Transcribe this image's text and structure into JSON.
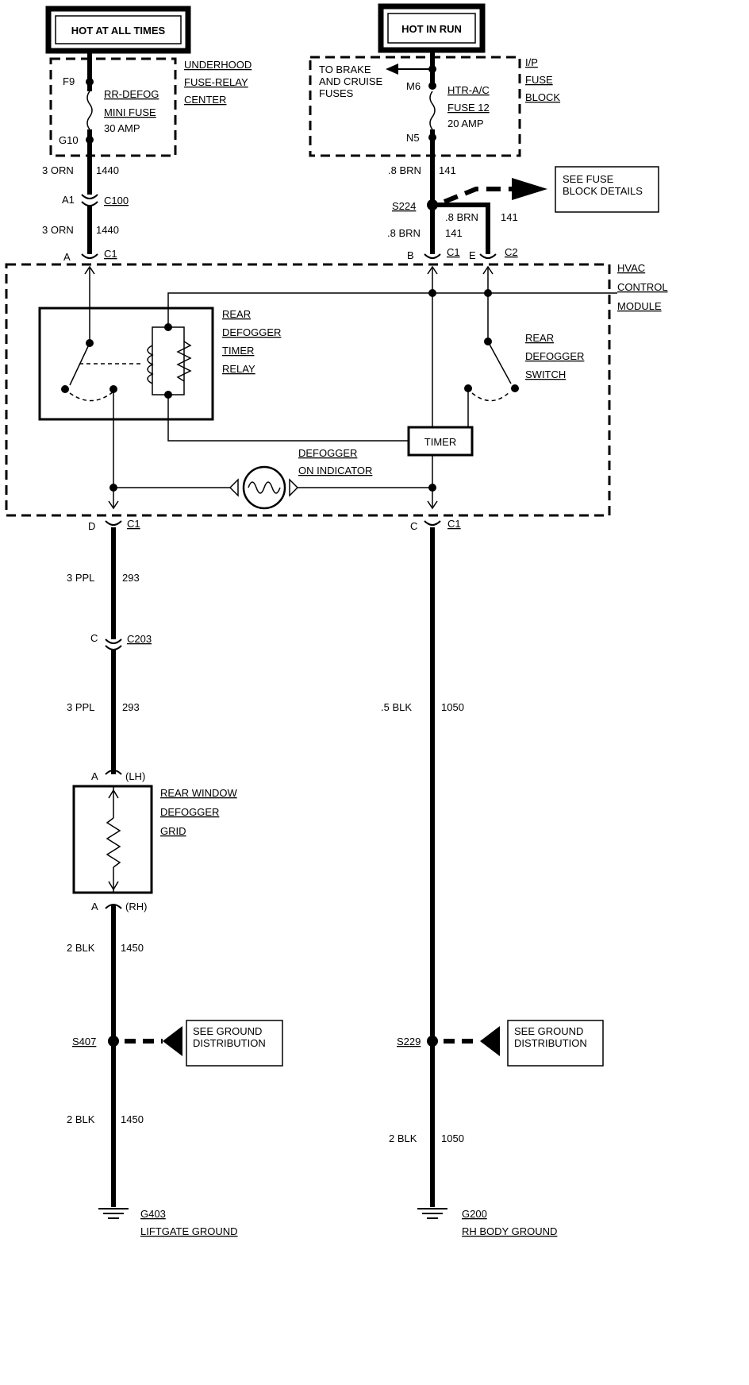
{
  "power": {
    "hot_at_all_times": "HOT AT ALL TIMES",
    "hot_in_run": "HOT IN RUN"
  },
  "underhood_fuse": {
    "block_label": [
      "UNDERHOOD",
      "FUSE-RELAY",
      "CENTER"
    ],
    "pin_in": "F9",
    "pin_out": "G10",
    "fuse_label": [
      "RR-DEFOG",
      "MINI FUSE",
      "30 AMP"
    ]
  },
  "ip_fuse": {
    "block_label": [
      "I/P",
      "FUSE",
      "BLOCK"
    ],
    "branch_text": [
      "TO BRAKE",
      "AND CRUISE",
      "FUSES"
    ],
    "pin_in": "M6",
    "pin_out": "N5",
    "fuse_label": [
      "HTR-A/C",
      "FUSE 12",
      "20 AMP"
    ]
  },
  "see_fuse_block": [
    "SEE FUSE",
    "BLOCK DETAILS"
  ],
  "wires": {
    "w1440_a": {
      "size": "3 ORN",
      "circuit": "1440"
    },
    "w1440_b": {
      "size": "3 ORN",
      "circuit": "1440"
    },
    "w141_a": {
      "size": ".8 BRN",
      "circuit": "141"
    },
    "w141_b": {
      "size": ".8 BRN",
      "circuit": "141"
    },
    "w141_c": {
      "size": ".8 BRN",
      "circuit": "141"
    },
    "w293_a": {
      "size": "3 PPL",
      "circuit": "293"
    },
    "w293_b": {
      "size": "3 PPL",
      "circuit": "293"
    },
    "w1050_a": {
      "size": ".5 BLK",
      "circuit": "1050"
    },
    "w1050_b": {
      "size": "2 BLK",
      "circuit": "1050"
    },
    "w1450_a": {
      "size": "2 BLK",
      "circuit": "1450"
    },
    "w1450_b": {
      "size": "2 BLK",
      "circuit": "1450"
    }
  },
  "connectors": {
    "c100_pin": "A1",
    "c100": "C100",
    "c1_a_pin": "A",
    "c1_a": "C1",
    "c1_b_pin": "B",
    "c1_b": "C1",
    "c2_e_pin": "E",
    "c2_e": "C2",
    "c1_d_pin": "D",
    "c1_d": "C1",
    "c1_c_pin": "C",
    "c1_c": "C1",
    "c203_pin": "C",
    "c203": "C203",
    "grid_lh_pin": "A",
    "grid_lh": "(LH)",
    "grid_rh_pin": "A",
    "grid_rh": "(RH)"
  },
  "splices": {
    "s224": "S224",
    "s407": "S407",
    "s229": "S229"
  },
  "hvac": {
    "module_label": [
      "HVAC",
      "CONTROL",
      "MODULE"
    ],
    "relay_label": [
      "REAR",
      "DEFOGGER",
      "TIMER",
      "RELAY"
    ],
    "switch_label": [
      "REAR",
      "DEFOGGER",
      "SWITCH"
    ],
    "timer": "TIMER",
    "indicator_label": [
      "DEFOGGER",
      "ON INDICATOR"
    ]
  },
  "grid": {
    "label": [
      "REAR WINDOW",
      "DEFOGGER",
      "GRID"
    ]
  },
  "see_ground_left": [
    "SEE GROUND",
    "DISTRIBUTION"
  ],
  "see_ground_right": [
    "SEE GROUND",
    "DISTRIBUTION"
  ],
  "grounds": {
    "g403": "G403",
    "g403_label": "LIFTGATE GROUND",
    "g200": "G200",
    "g200_label": "RH BODY GROUND"
  }
}
